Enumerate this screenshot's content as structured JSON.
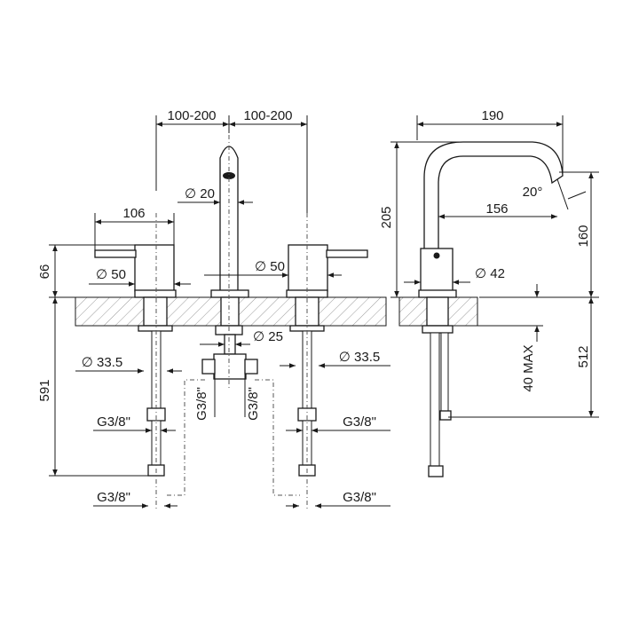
{
  "dimensions": {
    "spread_left": "100-200",
    "spread_right": "100-200",
    "handle_width": "106",
    "spout_diameter": "∅ 20",
    "handle_height": "66",
    "body_diameter_left": "∅ 50",
    "body_diameter_center": "∅ 50",
    "connector_diameter": "∅ 25",
    "shank_diameter_left": "∅ 33.5",
    "shank_diameter_right": "∅ 33.5",
    "total_length": "591",
    "thread_hose_left": "G3/8\"",
    "thread_center_left": "G3/8\"",
    "thread_center_right": "G3/8\"",
    "thread_hose_right": "G3/8\"",
    "thread_end_left": "G3/8\"",
    "thread_end_right": "G3/8\"",
    "spout_reach": "190",
    "spout_height": "205",
    "spout_angle": "20°",
    "spout_outlet_reach": "156",
    "outlet_height": "160",
    "side_body_diameter": "∅ 42",
    "hose_length": "512",
    "max_deck": "40 MAX"
  }
}
